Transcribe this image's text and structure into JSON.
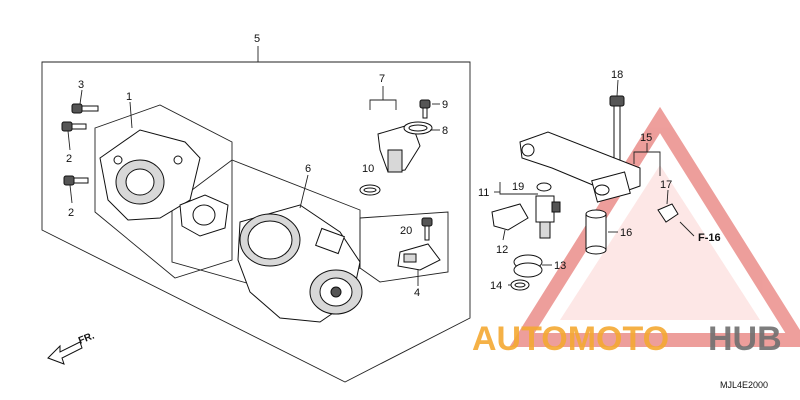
{
  "diagram": {
    "callouts": {
      "c1": "1",
      "c2a": "2",
      "c2b": "2",
      "c3": "3",
      "c4": "4",
      "c5": "5",
      "c6": "6",
      "c7": "7",
      "c8": "8",
      "c9": "9",
      "c10": "10",
      "c11": "11",
      "c12": "12",
      "c13": "13",
      "c14": "14",
      "c15": "15",
      "c16": "16",
      "c17": "17",
      "c18": "18",
      "c19": "19",
      "c20": "20"
    },
    "ref_label": "F-16",
    "direction_label": "FR.",
    "drawing_code": "MJL4E2000"
  },
  "watermark": {
    "part1": "AUTOMOTO",
    "part2": "HUB",
    "color_primary": "#f4a933",
    "color_secondary": "#707070",
    "triangle_color": "#e0504a"
  }
}
